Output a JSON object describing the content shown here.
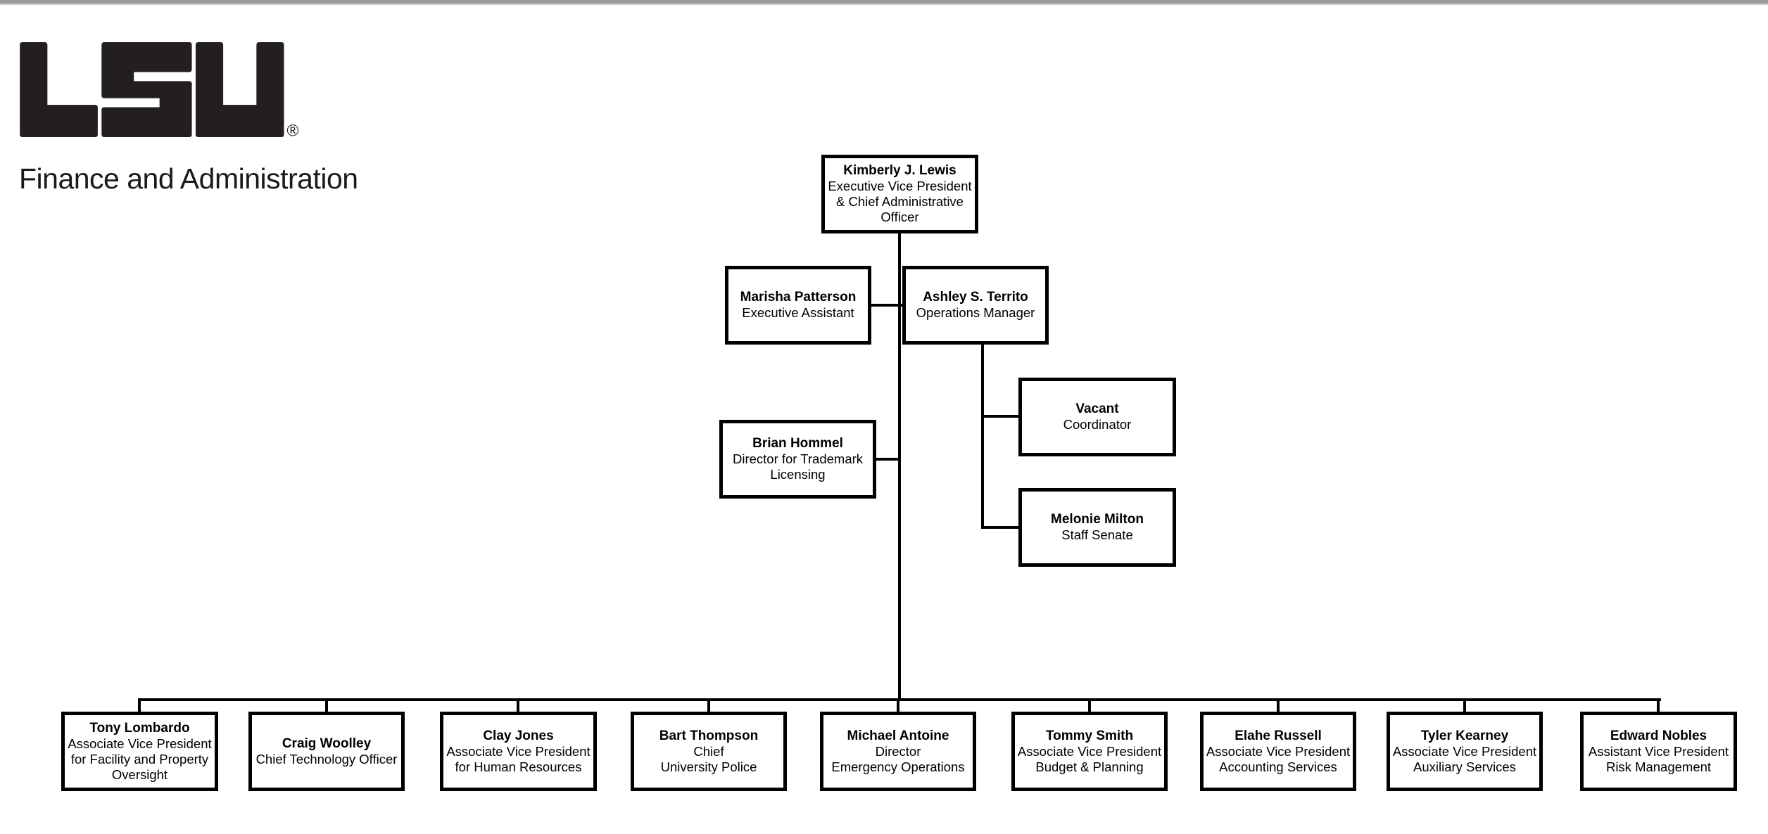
{
  "header": {
    "logo_text": "LSU",
    "registered_mark": "®",
    "department": "Finance and Administration"
  },
  "colors": {
    "background": "#ffffff",
    "box_border": "#000000",
    "connector_line": "#000000",
    "text": "#000000",
    "department_text": "#1a1a1a",
    "logo": "#231f20",
    "window_top_bar": "#9b9b9b"
  },
  "org_chart": {
    "root": {
      "name": "Kimberly J. Lewis",
      "title": "Executive Vice President\n& Chief Administrative\nOfficer"
    },
    "assistants": [
      {
        "name": "Marisha Patterson",
        "title": "Executive Assistant"
      },
      {
        "name": "Ashley S. Territo",
        "title": "Operations Manager"
      }
    ],
    "ashley_reports": [
      {
        "name": "Vacant",
        "title": "Coordinator"
      },
      {
        "name": "Melonie Milton",
        "title": "Staff Senate"
      }
    ],
    "trademark": {
      "name": "Brian Hommel",
      "title": "Director for Trademark\nLicensing"
    },
    "direct_reports": [
      {
        "name": "Tony Lombardo",
        "title": "Associate Vice President\nfor Facility and Property\nOversight"
      },
      {
        "name": "Craig Woolley",
        "title": "Chief Technology Officer"
      },
      {
        "name": "Clay Jones",
        "title": "Associate Vice President\nfor Human Resources"
      },
      {
        "name": "Bart Thompson",
        "title": "Chief\nUniversity Police"
      },
      {
        "name": "Michael Antoine",
        "title": "Director\nEmergency Operations"
      },
      {
        "name": "Tommy Smith",
        "title": "Associate Vice President\nBudget & Planning"
      },
      {
        "name": "Elahe Russell",
        "title": "Associate Vice President\nAccounting Services"
      },
      {
        "name": "Tyler Kearney",
        "title": "Associate Vice President\nAuxiliary Services"
      },
      {
        "name": "Edward Nobles",
        "title": "Assistant Vice President\nRisk Management"
      }
    ]
  }
}
